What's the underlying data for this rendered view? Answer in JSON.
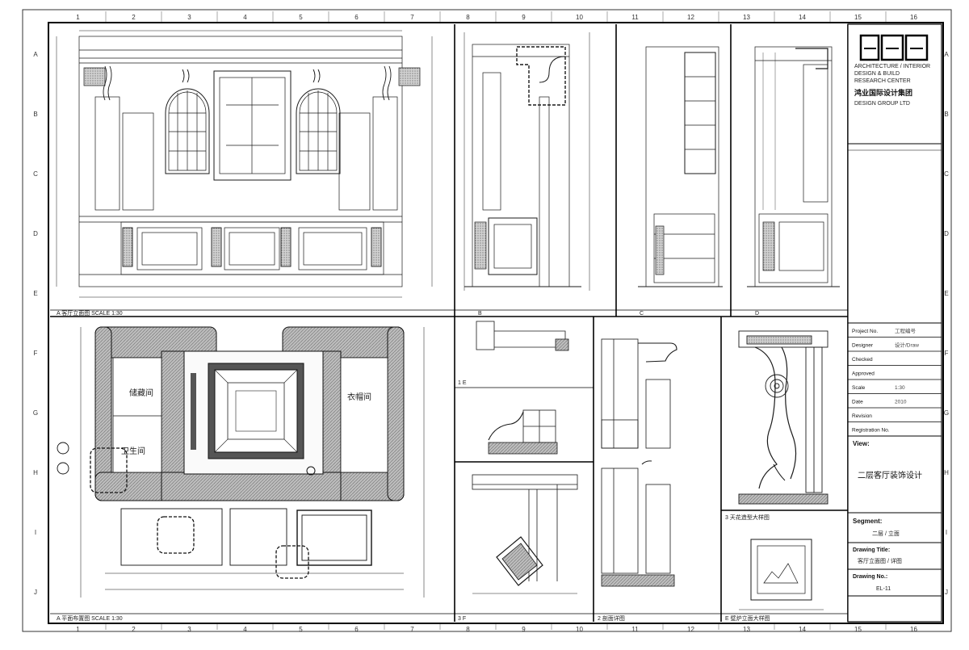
{
  "grid": {
    "columns": [
      "1",
      "2",
      "3",
      "4",
      "5",
      "6",
      "7",
      "8",
      "9",
      "10",
      "11",
      "12",
      "13",
      "14",
      "15",
      "16"
    ],
    "rows": [
      "A",
      "B",
      "C",
      "D",
      "E",
      "F",
      "G",
      "H",
      "I",
      "J"
    ]
  },
  "title_block": {
    "company_en": [
      "ARCHITECTURE / INTERIOR",
      "DESIGN & BUILD",
      "RESEARCH CENTER"
    ],
    "company_cn": "鸿业国际设计集团",
    "company_sub": "DESIGN GROUP LTD",
    "fields": [
      {
        "key": "project",
        "label": "Project No.",
        "value": "工程编号"
      },
      {
        "key": "designer",
        "label": "Designer",
        "value": "设计/Draw"
      },
      {
        "key": "checked",
        "label": "Checked",
        "value": ""
      },
      {
        "key": "approved",
        "label": "Approved",
        "value": ""
      },
      {
        "key": "scale",
        "label": "Scale",
        "value": "1:30"
      },
      {
        "key": "date",
        "label": "Date",
        "value": "2010"
      },
      {
        "key": "revision",
        "label": "Revision",
        "value": ""
      },
      {
        "key": "registration",
        "label": "Registration No.",
        "value": ""
      }
    ],
    "view_label": "View:",
    "drawing_title_cn": "二层客厅装饰设计",
    "segment_label": "Segment:",
    "segment_value": "二层 / 立面",
    "drawing_title_label": "Drawing Title:",
    "drawing_title_value": "客厅立面图 / 详图",
    "drawing_no_label": "Drawing No.:",
    "drawing_no_value": "EL-11"
  },
  "view_titles": [
    "A  客厅立面图  SCALE 1:30",
    "B",
    "C",
    "D",
    "A  平面布置图  SCALE 1:30",
    "1  E",
    "3  F",
    "2  剖面详图",
    "3  天花造型大样图",
    "E  壁炉立面大样图"
  ],
  "room_labels": [
    "储藏间",
    "卫生间",
    "衣帽间"
  ],
  "colors": {
    "line": "#1a1a1a",
    "hatch": "#9a9a9a",
    "fill_dark": "#444444"
  }
}
